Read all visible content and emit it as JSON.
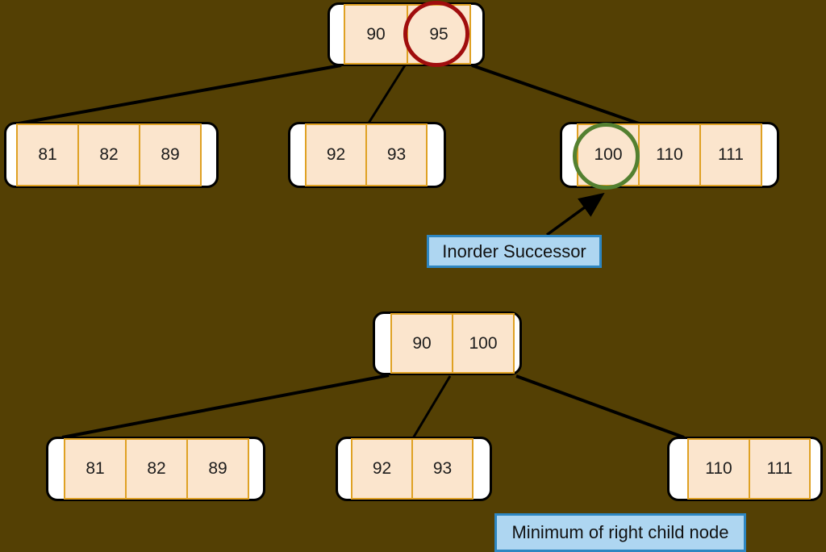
{
  "diagram_type": "b-tree-deletion-illustration",
  "tree_top": {
    "root": {
      "keys": [
        "90",
        "95"
      ]
    },
    "children": [
      {
        "keys": [
          "81",
          "82",
          "89"
        ]
      },
      {
        "keys": [
          "92",
          "93"
        ]
      },
      {
        "keys": [
          "100",
          "110",
          "111"
        ]
      }
    ],
    "highlighted_key_red": "95",
    "highlighted_key_green": "100"
  },
  "tree_bottom": {
    "root": {
      "keys": [
        "90",
        "100"
      ]
    },
    "children": [
      {
        "keys": [
          "81",
          "82",
          "89"
        ]
      },
      {
        "keys": [
          "92",
          "93"
        ]
      },
      {
        "keys": [
          "110",
          "111"
        ]
      }
    ]
  },
  "annotations": {
    "inorder_successor_label": "Inorder Successor",
    "minimum_right_child_label": "Minimum of right child node"
  },
  "colors": {
    "background": "#544004",
    "node_container_fill": "#FFFFFF",
    "node_container_border": "#000000",
    "cell_fill": "#FBE5CD",
    "cell_border": "#DFA123",
    "red_highlight_circle": "#A00D0D",
    "green_highlight_circle": "#538030",
    "callout_fill": "#AED6F1",
    "callout_border": "#2E86C1",
    "connector_line": "#000000",
    "text": "#1C1C1C"
  }
}
